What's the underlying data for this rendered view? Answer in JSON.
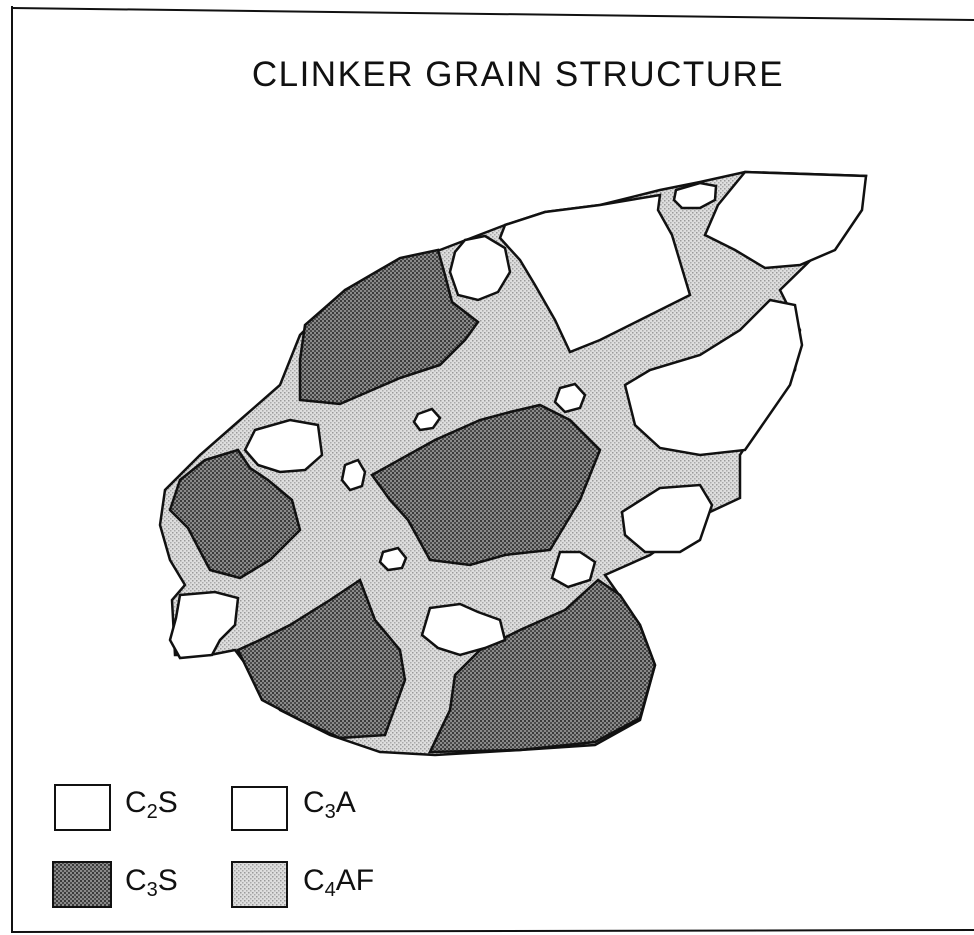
{
  "title": "CLINKER GRAIN STRUCTURE",
  "legend": [
    {
      "symbol": "C",
      "sub": "2",
      "rest": "S",
      "fill": "blank"
    },
    {
      "symbol": "C",
      "sub": "3",
      "rest": "A",
      "fill": "blank"
    },
    {
      "symbol": "C",
      "sub": "3",
      "rest": "S",
      "fill": "dense-stipple"
    },
    {
      "symbol": "C",
      "sub": "4",
      "rest": "AF",
      "fill": "light-stipple"
    }
  ],
  "colors": {
    "line": "#111111",
    "dense": "#6e6e6e",
    "light": "#cfcfcf",
    "paper": "#ffffff"
  }
}
